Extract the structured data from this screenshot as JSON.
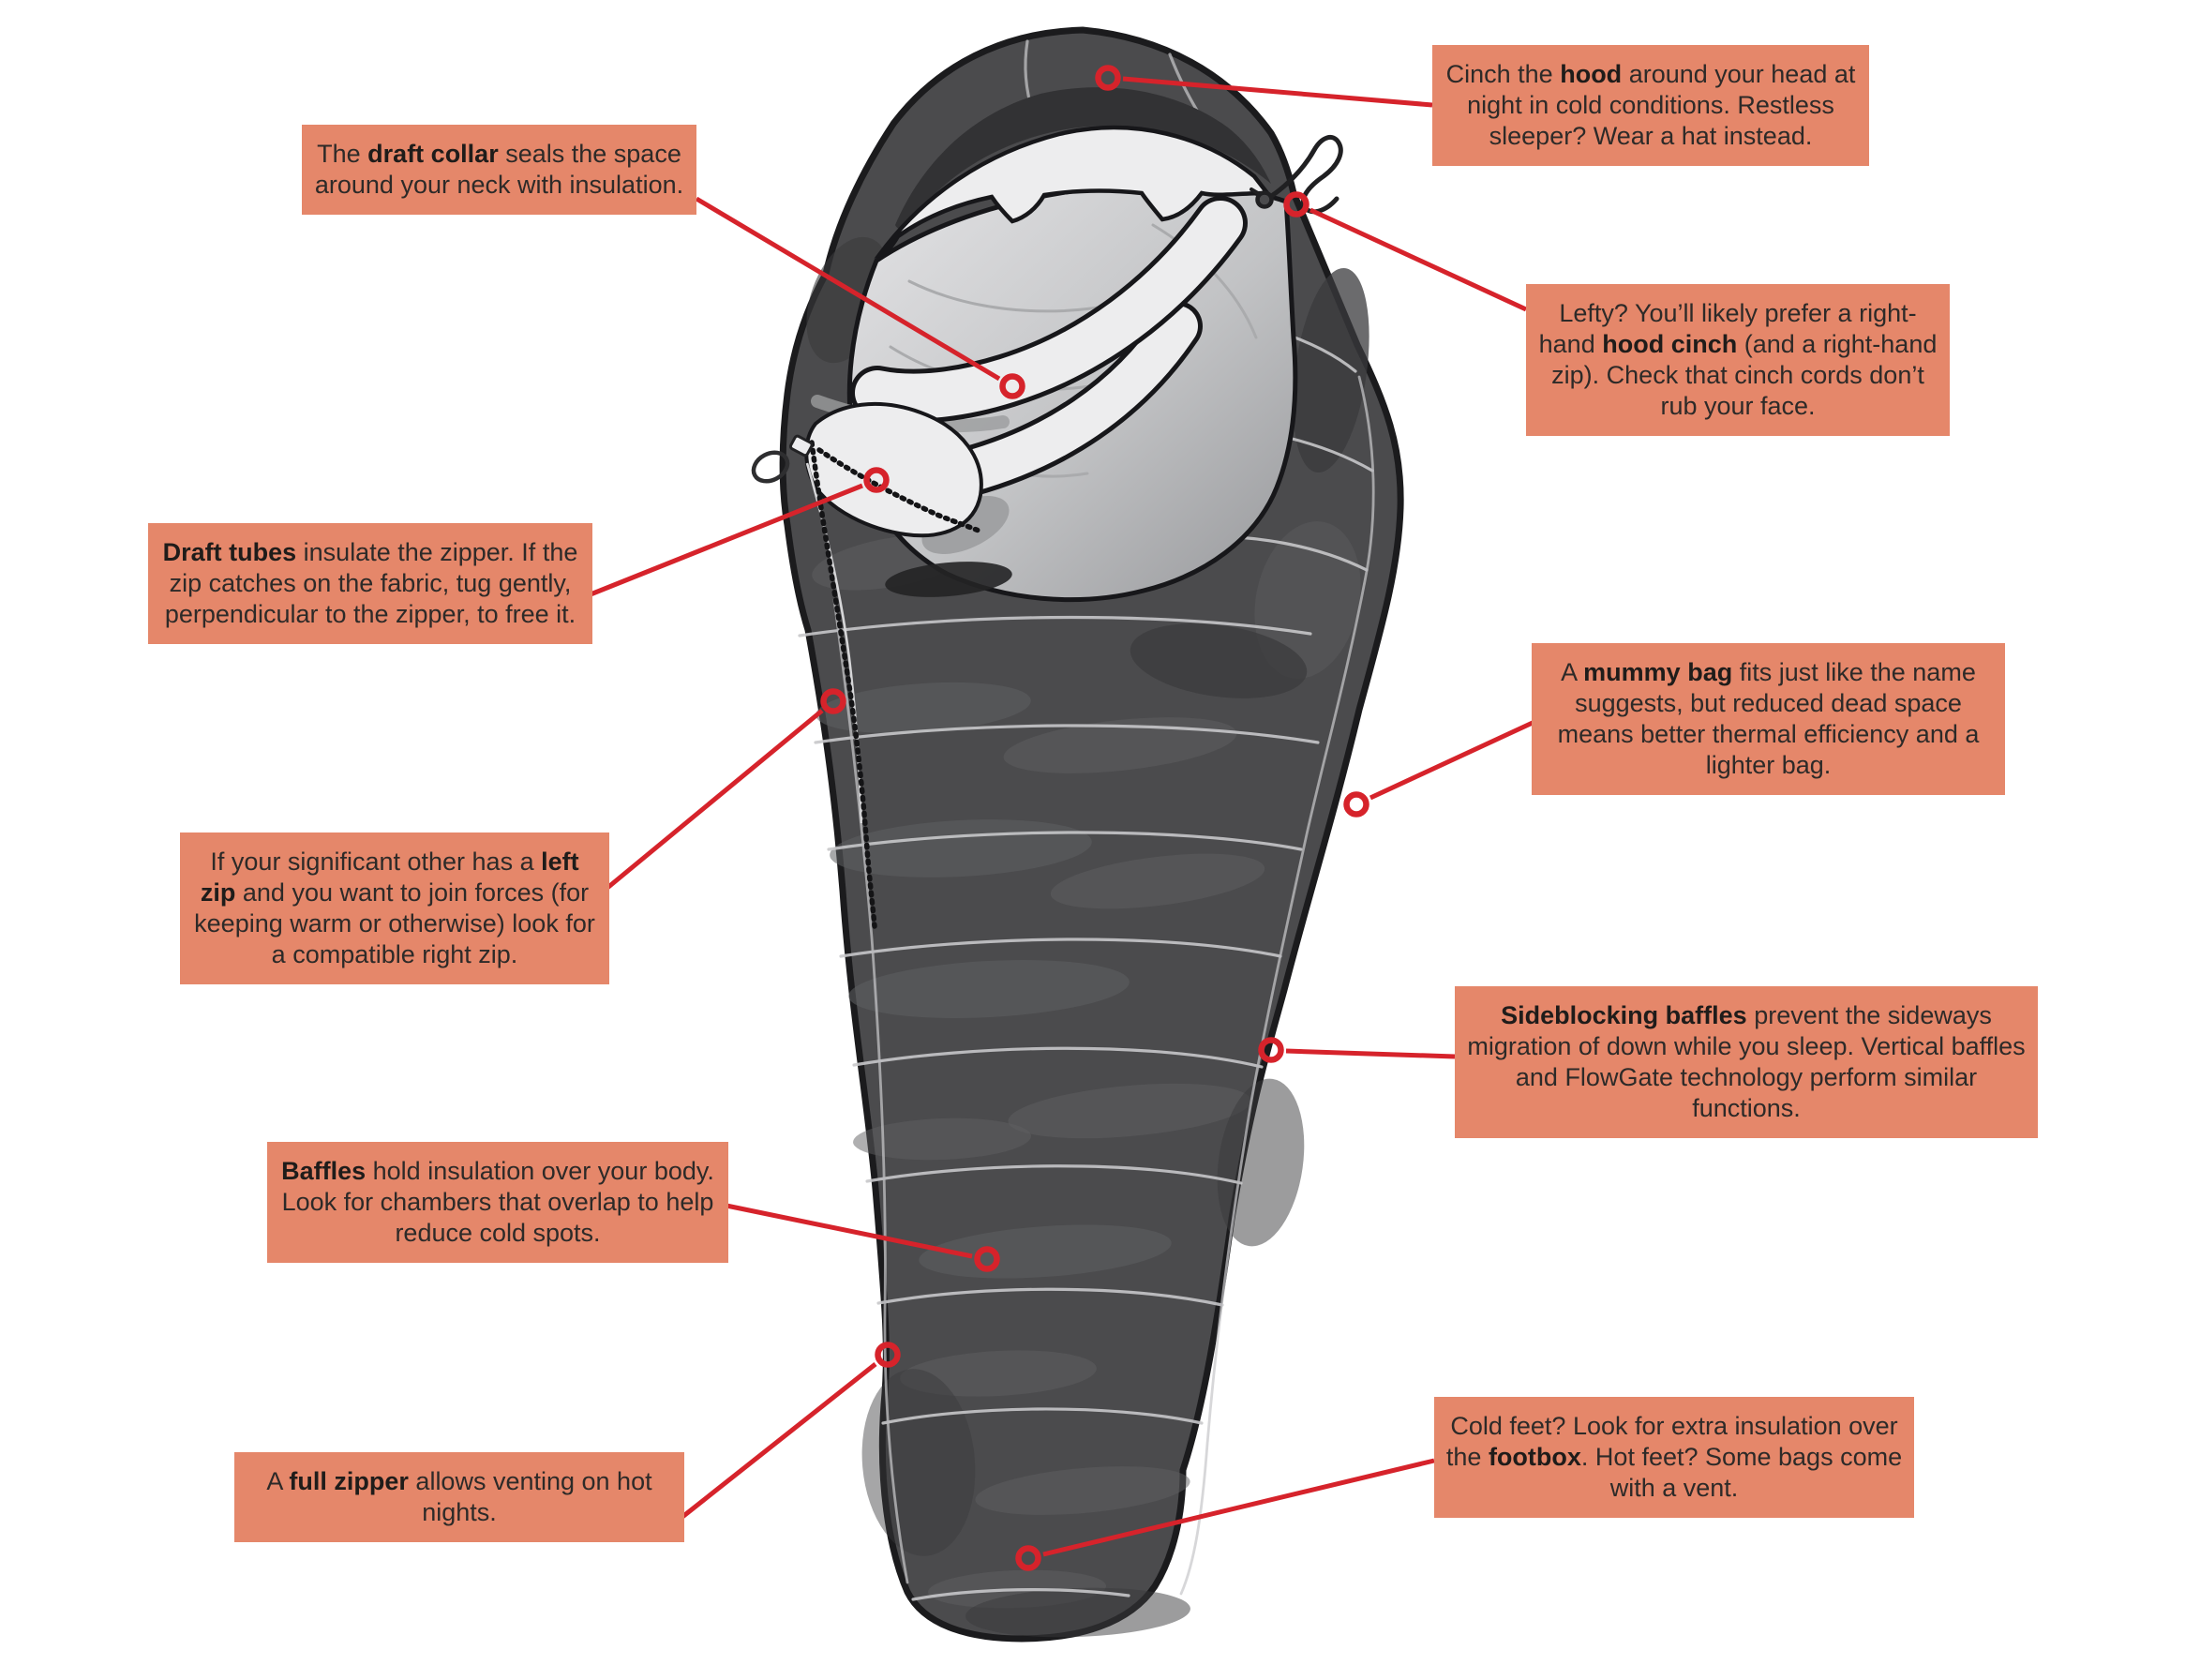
{
  "figure": {
    "subject": "Annotated mummy sleeping bag diagram",
    "background": "#ffffff"
  },
  "colors": {
    "callout-bg": "#e5876a",
    "ink": "#2d2a28",
    "leader-red": "#d6232b",
    "bag-base": "#4b4b4d",
    "bag-stroke": "#1b1b1d",
    "bag-shadow": "#323234",
    "bowl-light": "#e3e3e5",
    "bowl-dark": "#97989b",
    "collar-white": "#ededee",
    "seam-light": "#c8c8ca",
    "blotch-dark": "#3a3a3c",
    "blotch-light": "#5f6062"
  },
  "annotations": [
    {
      "id": "hood",
      "pre": "Cinch the ",
      "term": "hood",
      "post": " around your head at night in cold conditions. Restless sleeper? Wear a hat instead."
    },
    {
      "id": "draft-collar",
      "pre": "The ",
      "term": "draft collar",
      "post": " seals the space around your neck with insulation."
    },
    {
      "id": "hood-cinch",
      "pre": "Lefty? You’ll likely prefer a right-hand ",
      "term": "hood cinch",
      "post": " (and a right-hand zip). Check that cinch cords don’t rub your face."
    },
    {
      "id": "draft-tubes",
      "pre": "",
      "term": "Draft tubes",
      "post": " insulate the zipper. If the zip catches on the fabric, tug gently, perpendicular to the zipper, to free it."
    },
    {
      "id": "mummy-bag",
      "pre": "A ",
      "term": "mummy bag",
      "post": " fits just like the name suggests, but reduced dead space means better thermal efficiency and a lighter bag."
    },
    {
      "id": "left-zip",
      "pre": "If your significant other has a ",
      "term": "left zip",
      "post": " and you want to join forces (for keeping warm or otherwise) look for a compatible right zip."
    },
    {
      "id": "sideblocking-baffles",
      "pre": "",
      "term": "Sideblocking baffles",
      "post": " prevent the sideways migration of down while you sleep. Vertical baffles and FlowGate technology perform similar functions."
    },
    {
      "id": "baffles",
      "pre": "",
      "term": "Baffles",
      "post": " hold insulation over your body. Look for chambers that overlap to help reduce cold spots."
    },
    {
      "id": "full-zipper",
      "pre": "A ",
      "term": "full zipper",
      "post": " allows venting on hot nights."
    },
    {
      "id": "footbox",
      "pre": "Cold feet? Look for extra insulation over the ",
      "term": "footbox",
      "post": ". Hot feet? Some bags come with a vent."
    }
  ]
}
